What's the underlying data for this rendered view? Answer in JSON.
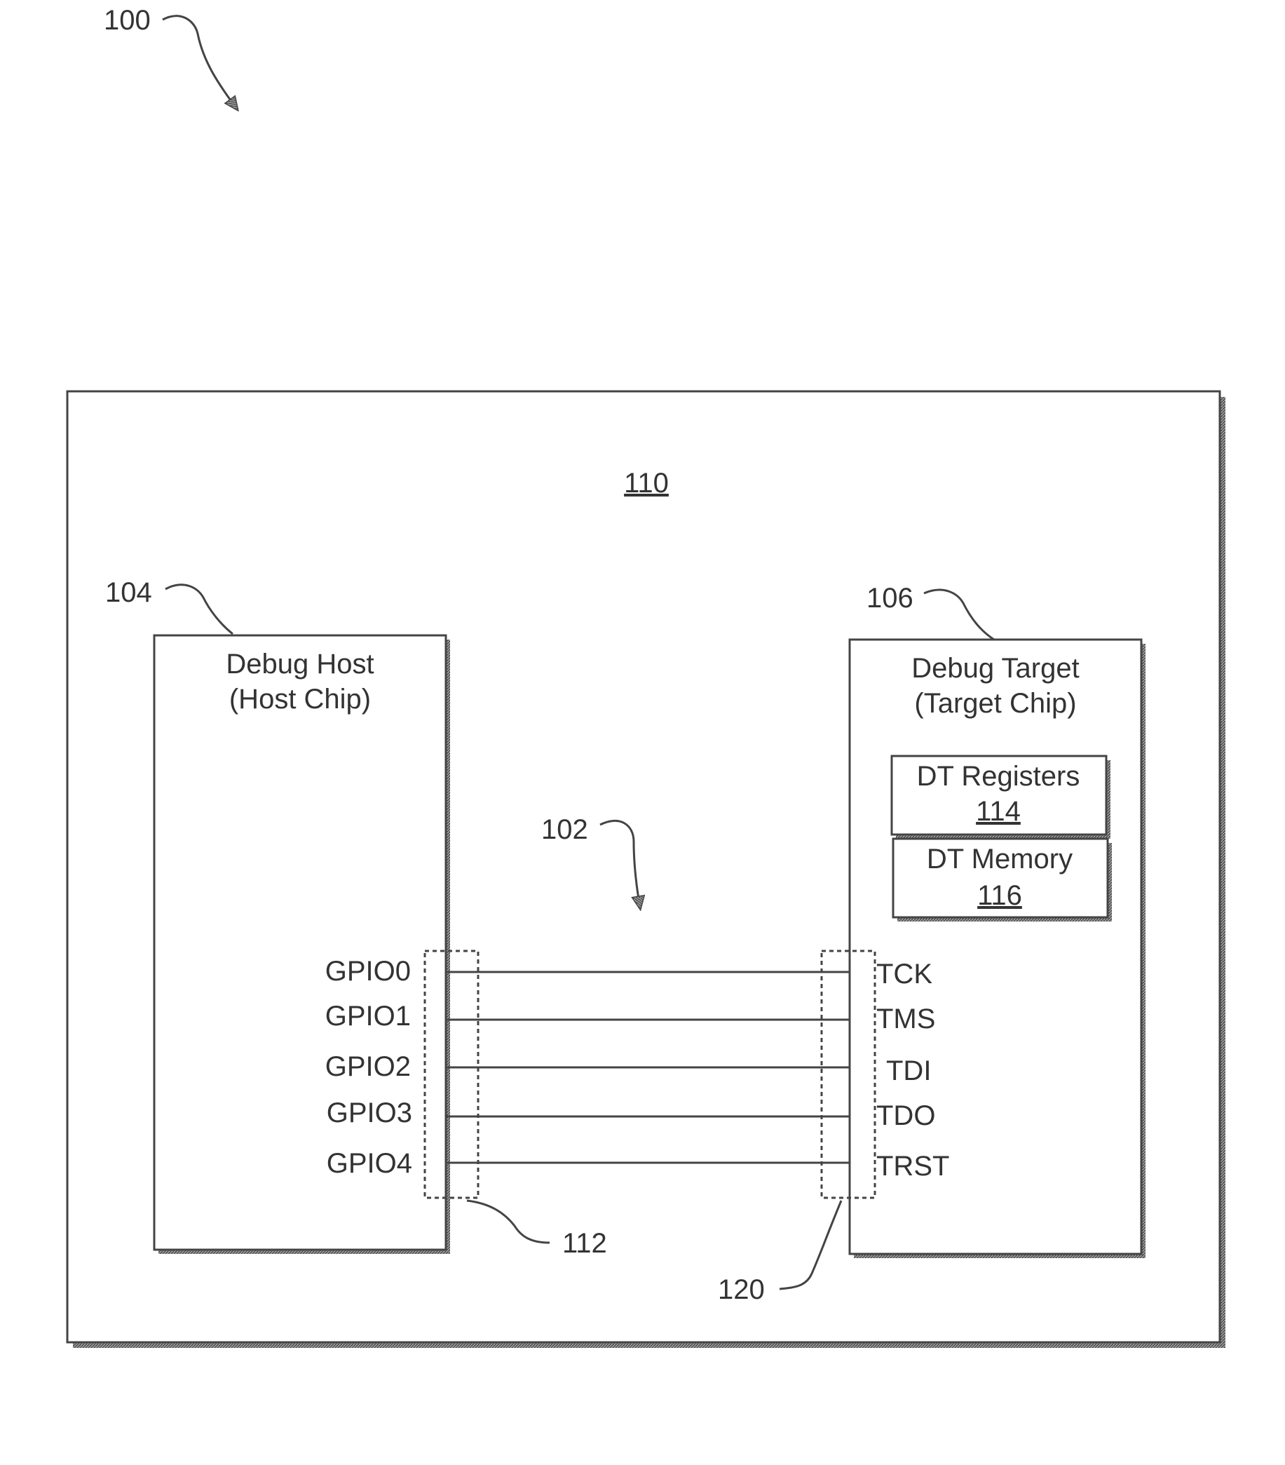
{
  "figure_ref": "100",
  "board": {
    "ref": "110"
  },
  "host": {
    "ref": "104",
    "title_line1": "Debug Host",
    "title_line2": "(Host Chip)",
    "pins": [
      "GPIO0",
      "GPIO1",
      "GPIO2",
      "GPIO3",
      "GPIO4"
    ]
  },
  "target": {
    "ref": "106",
    "title_line1": "Debug Target",
    "title_line2": "(Target Chip)",
    "pins": [
      "TCK",
      "TMS",
      "TDI",
      "TDO",
      "TRST"
    ],
    "registers": {
      "label": "DT Registers",
      "ref": "114"
    },
    "memory": {
      "label": "DT Memory",
      "ref": "116"
    }
  },
  "interface": {
    "ref": "102"
  },
  "host_port": {
    "ref": "112"
  },
  "target_port": {
    "ref": "120"
  }
}
